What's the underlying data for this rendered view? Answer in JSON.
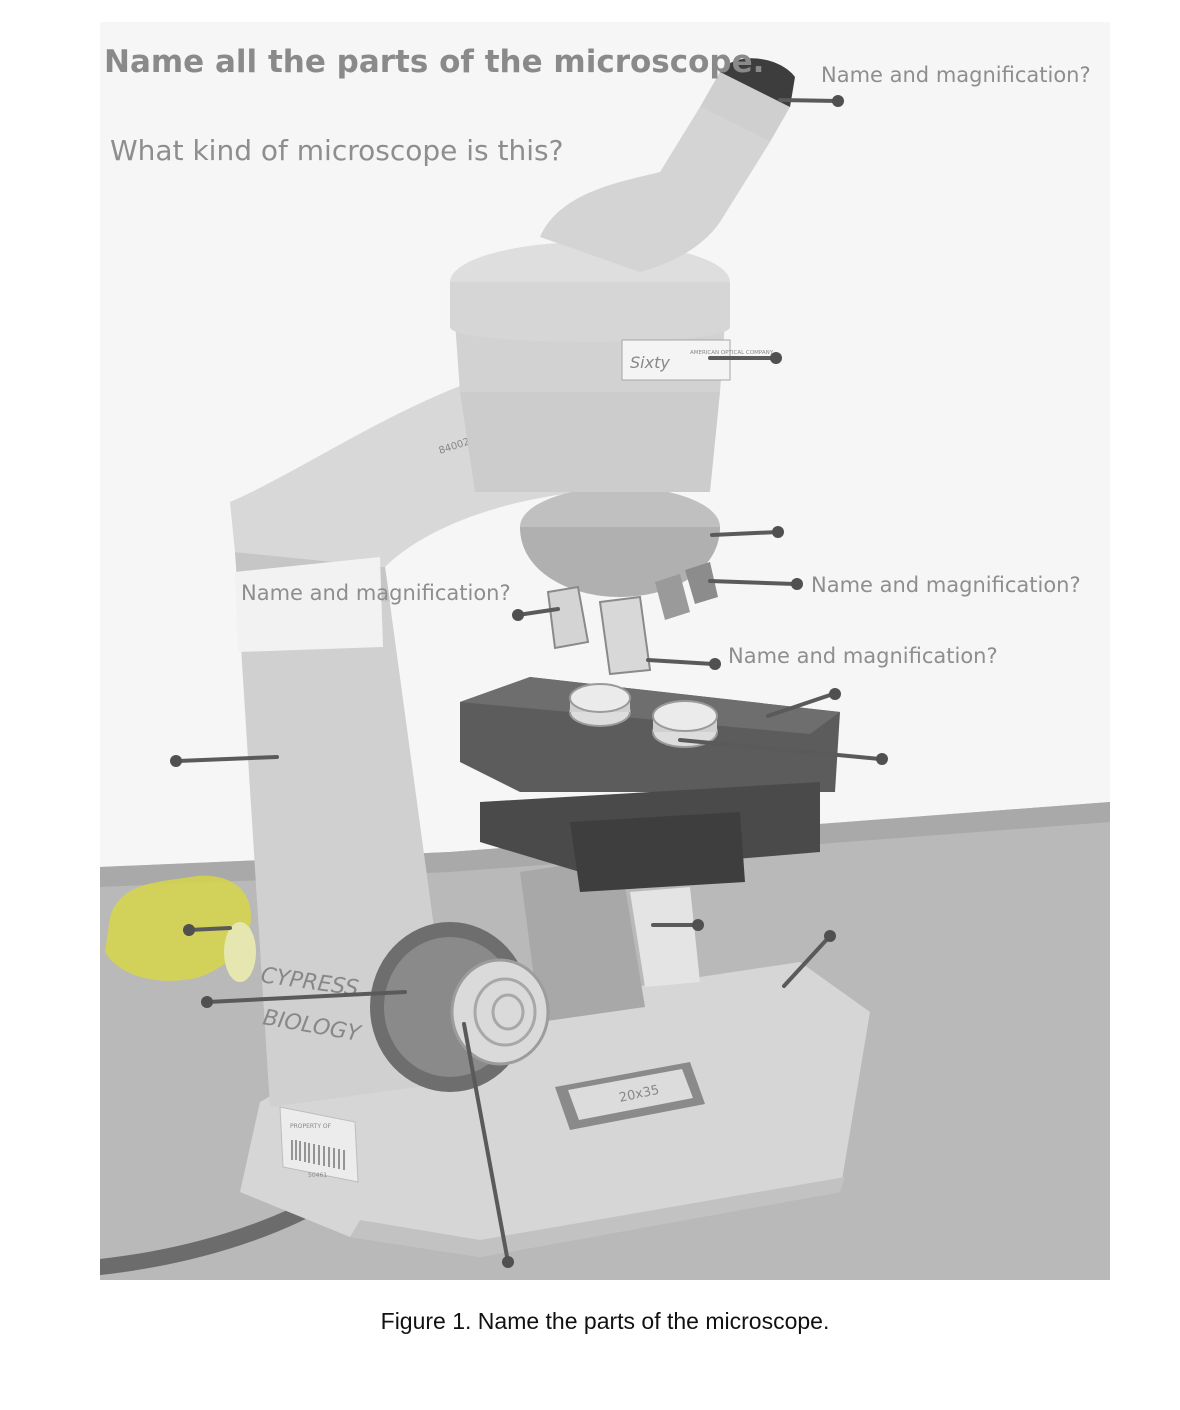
{
  "worksheet": {
    "title": "Name all the parts of the microscope.",
    "question": "What kind of microscope is this?",
    "prompts": {
      "eyepiece": "Name and magnification?",
      "objective_left": "Name and magnification?",
      "objective_right": "Name and magnification?",
      "objective_bottom": "Name and magnification?"
    }
  },
  "photo_labels": {
    "brand_script": "Sixty",
    "company": "AMERICAN OPTICAL COMPANY",
    "serial": "840024",
    "handwriting_line1": "CYPRESS",
    "handwriting_line2": "BIOLOGY",
    "base_plate": "20x35",
    "sticker_line1": "PROPERTY OF",
    "sticker_number": "50461"
  },
  "caption": "Figure 1. Name the parts of the microscope.",
  "colors": {
    "highlight": "#d6d64a",
    "leader": "#5a5a5a",
    "text_gray": "#8e8e8e"
  }
}
